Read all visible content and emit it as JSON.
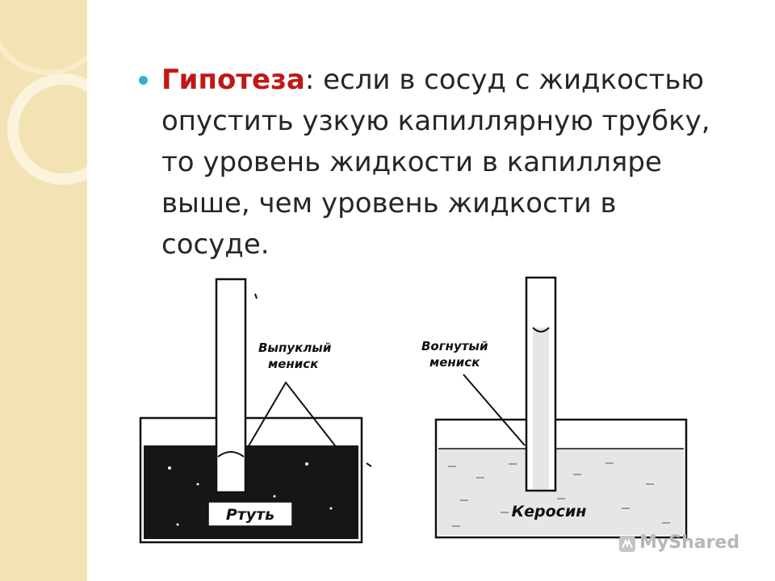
{
  "slide": {
    "hypothesis_term": "Гипотеза",
    "hypothesis_colon": ":",
    "hypothesis_body": " если в сосуд  с жидкостью опустить узкую капиллярную трубку, то  уровень жидкости  в капилляре выше, чем уровень жидкости  в сосуде."
  },
  "figure_left": {
    "meniscus_label_line1": "Выпуклый",
    "meniscus_label_line2": "мениск",
    "liquid_label": "Ртуть"
  },
  "figure_right": {
    "meniscus_label_line1": "Вогнутый",
    "meniscus_label_line2": "мениск",
    "liquid_label": "Керосин"
  },
  "watermark": {
    "text": "MyShared"
  },
  "colors": {
    "accent_term": "#c01818",
    "bullet": "#2db3c6",
    "side_strip": "#f3e3b4",
    "mercury": "#161616",
    "kerosene": "#e6e6e6"
  }
}
